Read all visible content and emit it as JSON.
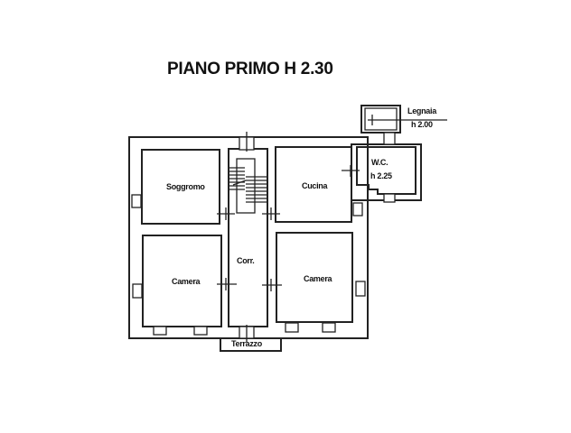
{
  "title": "PIANO PRIMO H 2.30",
  "rooms": {
    "soggiorno": "Soggromo",
    "cucina": "Cucina",
    "corridoio": "Corr.",
    "camera_left": "Camera",
    "camera_right": "Camera",
    "wc": "W.C.",
    "wc_height": "h 2.25",
    "legnaia": "Legnaia",
    "legnaia_height": "h 2.00",
    "terrazzo": "Terrazzo"
  }
}
